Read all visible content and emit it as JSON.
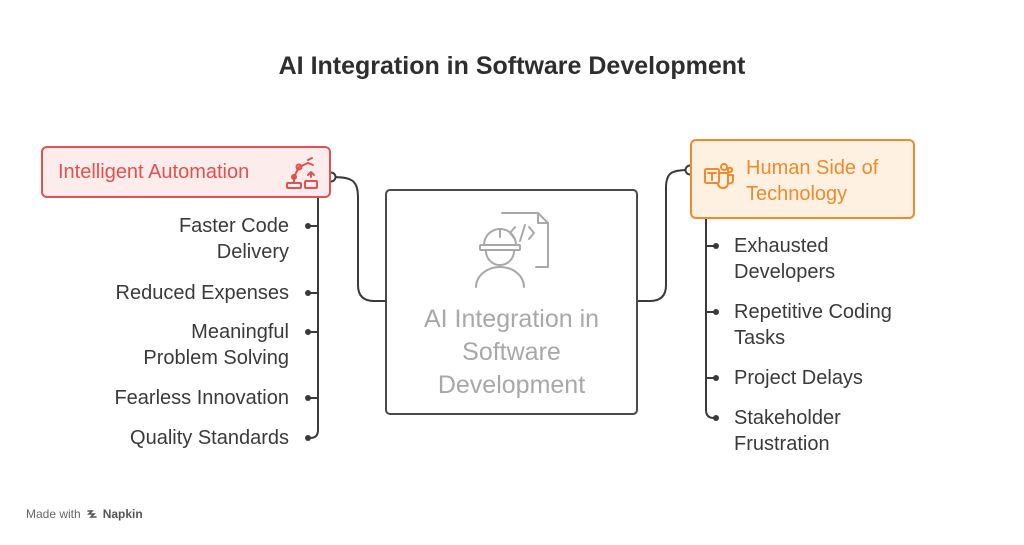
{
  "title": "AI Integration in Software Development",
  "center": {
    "lines": [
      "AI Integration in",
      "Software",
      "Development"
    ],
    "icon": "developer-code-icon"
  },
  "left": {
    "heading": "Intelligent Automation",
    "icon": "robot-arm-icon",
    "accent": "#e0524f",
    "items": [
      [
        "Faster Code",
        "Delivery"
      ],
      [
        "Reduced Expenses"
      ],
      [
        "Meaningful",
        "Problem Solving"
      ],
      [
        "Fearless Innovation"
      ],
      [
        "Quality Standards"
      ]
    ]
  },
  "right": {
    "heading": [
      "Human Side of",
      "Technology"
    ],
    "icon": "teams-people-icon",
    "accent": "#f08a2c",
    "items": [
      [
        "Exhausted",
        "Developers"
      ],
      [
        "Repetitive Coding",
        "Tasks"
      ],
      [
        "Project Delays"
      ],
      [
        "Stakeholder",
        "Frustration"
      ]
    ]
  },
  "footer": {
    "made_with": "Made with",
    "brand": "Napkin",
    "icon": "napkin-logo-icon"
  }
}
